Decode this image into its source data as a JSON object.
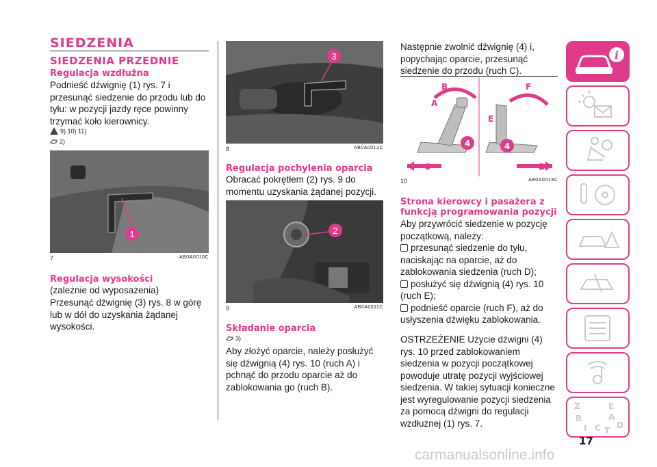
{
  "col1": {
    "title": "SIEDZENIA",
    "subtitle": "SIEDZENIA PRZEDNIE",
    "sec1_title": "Regulacja wzdłużna",
    "sec1_text": "Podnieść dźwignię (1) rys. 7 i przesunąć siedzenie do przodu lub do tyłu: w pozycji jazdy ręce powinny trzymać koło kierownicy.",
    "note1": "9) 10) 11)",
    "note2": "2)",
    "fig7": {
      "num": "7",
      "code": "AB0A0010C",
      "callout": "1"
    },
    "sec2_title": "Regulacja wysokości",
    "sec2_text1": "(zależnie od wyposażenia)",
    "sec2_text2": "Przesunąć dźwignię (3) rys. 8 w górę lub w dół do uzyskania żądanej wysokości."
  },
  "col2": {
    "fig8": {
      "num": "8",
      "code": "AB0A0012C",
      "callout": "3"
    },
    "sec3_title": "Regulacja pochylenia oparcia",
    "sec3_text": "Obracać pokrętłem (2) rys. 9 do momentu uzyskania żądanej pozycji.",
    "fig9": {
      "num": "9",
      "code": "AB0A0011C",
      "callout": "2"
    },
    "sec4_title": "Składanie oparcia",
    "note3": "3)",
    "sec4_text": "Aby złożyć oparcie, należy posłużyć się dźwignią (4) rys. 10 (ruch A) i pchnąć do przodu oparcie aż do zablokowania go (ruch B)."
  },
  "col3": {
    "intro": "Następnie zwolnić dźwignię (4) i, popychając oparcie, przesunąć siedzenie do przodu (ruch C).",
    "fig10": {
      "num": "10",
      "code": "AB0A0013C",
      "labels": [
        "B",
        "A",
        "C",
        "F",
        "E",
        "D",
        "4",
        "4"
      ]
    },
    "sec5_title": "Strona kierowcy i pasażera z funkcją programowania pozycji",
    "sec5_text": "Aby przywrócić siedzenie w pozycję początkową, należy:",
    "bullets": [
      "przesunąć siedzenie do tyłu, naciskając na oparcie, aż do zablokowania siedzenia (ruch D);",
      "posłużyć się dźwignią (4) rys. 10 (ruch E);",
      "podnieść oparcie (ruch F), aż do usłyszenia dźwięku zablokowania."
    ],
    "warning": "OSTRZEŻENIE Użycie dźwigni (4) rys. 10 przed zablokowaniem siedzenia w pozycji początkowej powoduje utratę pozycji wyjściowej siedzenia. W takiej sytuacji konieczne jest wyregulowanie pozycji siedzenia za pomocą dźwigni do regulacji wzdłużnej (1) rys. 7."
  },
  "tabs": [
    {
      "icon": "car-info-icon",
      "active": true
    },
    {
      "icon": "dashboard-lights-icon",
      "active": false
    },
    {
      "icon": "airbag-safety-icon",
      "active": false
    },
    {
      "icon": "steering-wheel-key-icon",
      "active": false
    },
    {
      "icon": "emergency-car-icon",
      "active": false
    },
    {
      "icon": "maintenance-tools-icon",
      "active": false
    },
    {
      "icon": "technical-data-icon",
      "active": false
    },
    {
      "icon": "multimedia-icon",
      "active": false
    },
    {
      "icon": "alphabetical-index-icon",
      "active": false
    }
  ],
  "index_letters": [
    "Z",
    "E",
    "B",
    "A",
    "I",
    "C",
    "T",
    "D"
  ],
  "page_number": "17",
  "footer": "carmanualsonline.info",
  "accent_color": "#e03a8c"
}
